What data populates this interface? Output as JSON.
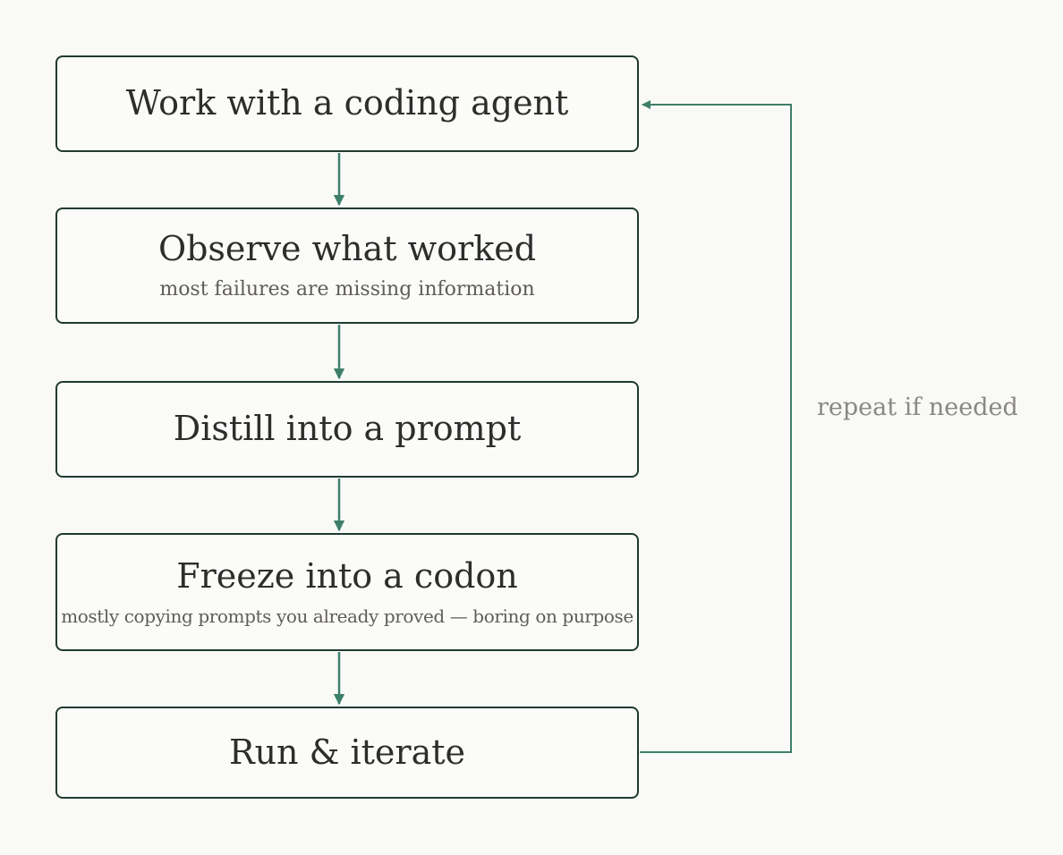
{
  "steps": [
    {
      "title": "Work with a coding agent"
    },
    {
      "title": "Observe what worked",
      "note": "most failures are missing information"
    },
    {
      "title": "Distill into a prompt"
    },
    {
      "title": "Freeze into a codon",
      "note": "mostly copying prompts you already proved — boring on purpose"
    },
    {
      "title": "Run & iterate"
    }
  ],
  "loop_label": "repeat if needed",
  "colors": {
    "arrow": "#3e7f68",
    "border": "#1f3a2e",
    "background": "#f9f9f8"
  }
}
